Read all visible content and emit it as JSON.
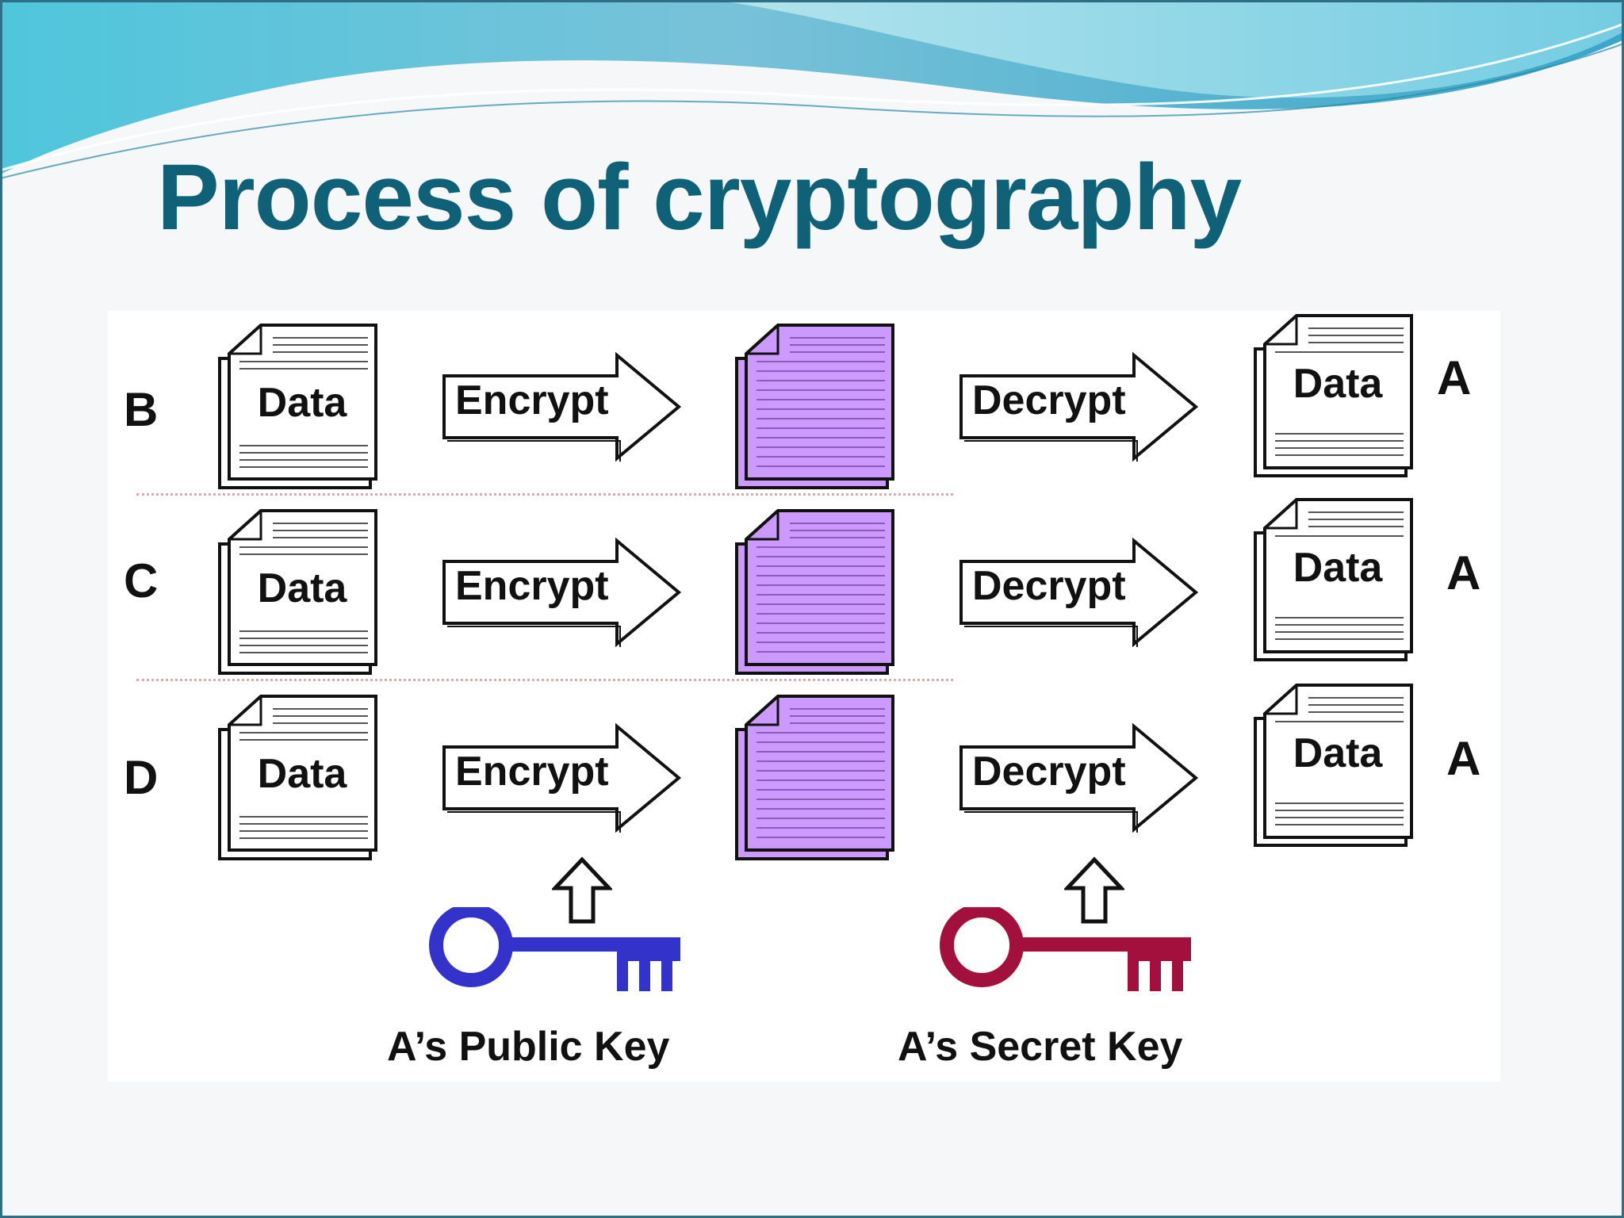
{
  "slide": {
    "title": "Process of cryptography"
  },
  "diagram": {
    "rows": [
      {
        "sender": "B",
        "plain": "Data",
        "encrypt": "Encrypt",
        "decrypt": "Decrypt",
        "result": "Data",
        "receiver": "A"
      },
      {
        "sender": "C",
        "plain": "Data",
        "encrypt": "Encrypt",
        "decrypt": "Decrypt",
        "result": "Data",
        "receiver": "A"
      },
      {
        "sender": "D",
        "plain": "Data",
        "encrypt": "Encrypt",
        "decrypt": "Decrypt",
        "result": "Data",
        "receiver": "A"
      }
    ],
    "public_key": {
      "caption": "A’s Public Key",
      "color": "#3333cc"
    },
    "secret_key": {
      "caption": "A’s Secret Key",
      "color": "#a3103d"
    },
    "cipher_color": "#cc99ff",
    "title_color": "#0f6178"
  }
}
